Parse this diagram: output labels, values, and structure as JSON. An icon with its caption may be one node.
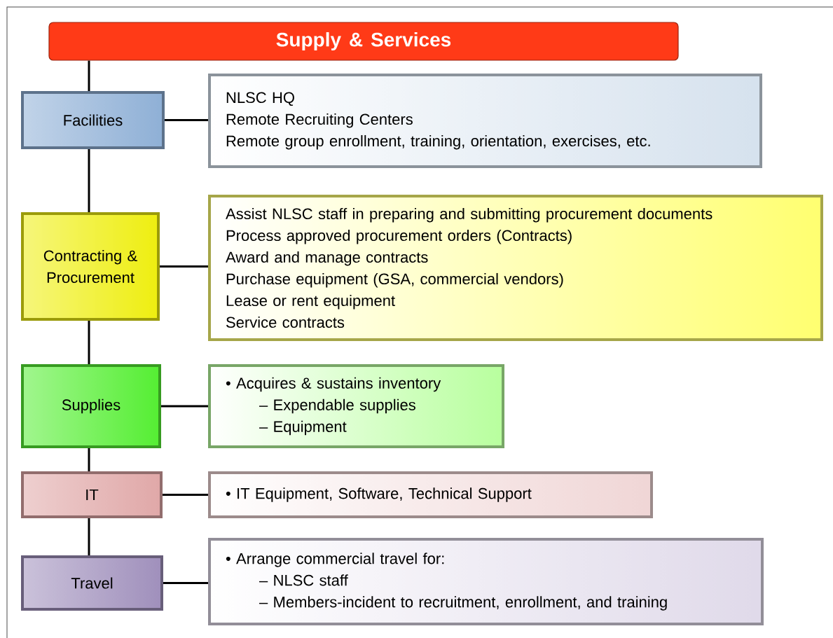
{
  "diagram": {
    "nodes": [
      {
        "text": [
          "Supply & Services"
        ]
      },
      {
        "text": [
          "Facilities"
        ]
      },
      {
        "text": [
          "NLSC HQ",
          "Remote Recruiting Centers",
          "Remote group enrollment, training, orientation, exercises, etc."
        ]
      },
      {
        "text": [
          "Contracting & Procurement"
        ]
      },
      {
        "text": [
          "Assist NLSC staff in preparing and submitting procurement documents",
          "Process approved procurement orders (Contracts)",
          "Award and manage contracts",
          "Purchase equipment (GSA, commercial vendors)",
          "Lease or rent equipment",
          "Service contracts"
        ]
      },
      {
        "text": [
          "Supplies"
        ]
      },
      {
        "text": [
          "• Acquires & sustains inventory",
          "– Expendable supplies",
          "– Equipment"
        ]
      },
      {
        "text": [
          "IT"
        ]
      },
      {
        "text": [
          "• IT Equipment, Software, Technical Support"
        ]
      },
      {
        "text": [
          "Travel"
        ]
      },
      {
        "text": [
          "• Arrange commercial travel for:",
          "– NLSC staff",
          "– Members-incident to recruitment, enrollment, and training"
        ]
      }
    ],
    "edges": [
      {
        "from": 0,
        "to": 1,
        "arrow": "none"
      },
      {
        "from": 1,
        "to": 3,
        "arrow": "none"
      },
      {
        "from": 3,
        "to": 5,
        "arrow": "none"
      },
      {
        "from": 5,
        "to": 7,
        "arrow": "none"
      },
      {
        "from": 7,
        "to": 9,
        "arrow": "none"
      },
      {
        "from": 1,
        "to": 2,
        "arrow": "none"
      },
      {
        "from": 3,
        "to": 4,
        "arrow": "none"
      },
      {
        "from": 5,
        "to": 6,
        "arrow": "none"
      },
      {
        "from": 7,
        "to": 8,
        "arrow": "none"
      },
      {
        "from": 9,
        "to": 10,
        "arrow": "none"
      }
    ]
  }
}
